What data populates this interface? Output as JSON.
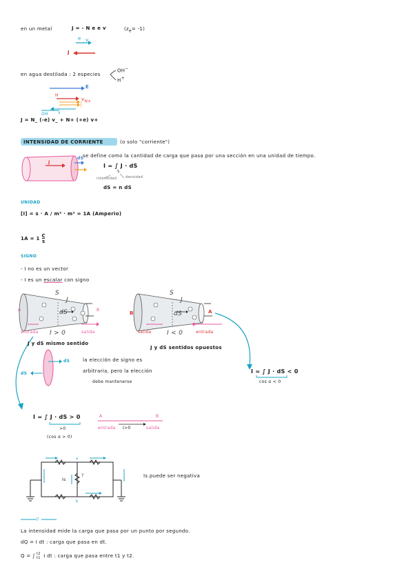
{
  "lines": {
    "l1": "en un metal",
    "l1_formula": "J = - N e e v",
    "l1_ze": "(z",
    "l1_ze_sub": "e",
    "l1_ze_val": "= -1)",
    "l1_e": "e",
    "l1_v": "v",
    "l1_J": "J",
    "l2": "en agua destilada : 2 especies",
    "l2_oh": "OH",
    "l2_h": "H",
    "l2_E": "E",
    "l2_vh": "v",
    "l2_vh_sub": "H+",
    "l2_H": "H",
    "l2_JH": "J",
    "l2_JOH": "J",
    "l2_vOH": "v",
    "l2_OH": "OH",
    "l2_eq": "J = N_ (-e) v_ + N+ (+e) v+"
  },
  "intensidad": {
    "title": "INTENSIDAD DE CORRIENTE",
    "note": "(o solo \"corriente\")",
    "def": "se define como la cantidad de carga que pasa por una sección en una unidad de tiempo.",
    "formula": "I = ∫  J · dS",
    "S_sub": "S",
    "int_label": "intensidad",
    "dens_label": "densidad",
    "dS_eq": "dS = n dS",
    "J_tube": "J",
    "dS_tube": "dS"
  },
  "unidad": {
    "title": "UNIDAD",
    "eq1": "[I] = s · A / m² · m² = 1A (Amperio)",
    "eq2_left": "1A = 1",
    "eq2_num": "C",
    "eq2_den": "s"
  },
  "signo": {
    "title": "SIGNO",
    "b1": "- I no es un vector",
    "b2_pre": "- I es un",
    "b2_kw": "escalar",
    "b2_post": "con signo",
    "left_I": "I > 0",
    "right_I": "I < 0",
    "S": "S",
    "J": "J",
    "dS": "dS",
    "A": "A",
    "B": "B",
    "entrada": "entrada",
    "salida": "salida",
    "same": "J y dS mismo sentido",
    "opp": "J y dS sentidos opuestos",
    "choice1": "la elección de signo es",
    "choice2": "arbitraria, pero la elección",
    "choice3": "debe mantenerse",
    "dS_label": "dS",
    "dS_label2": "dS",
    "neg_formula": "I = ∫ J · dS < 0",
    "neg_sub": "cos α < 0",
    "pos_formula": "I = ∫ J · dS > 0",
    "pos_sub": ">0",
    "pos_cos": "(cos α > 0)",
    "ab_A": "A",
    "ab_B": "B",
    "ab_in": "entrada",
    "ab_I": "I>0",
    "ab_out": "salida"
  },
  "circuit": {
    "note": "Is puede ser negativa",
    "Is": "Is",
    "q": "?",
    "a": "a",
    "b": "b"
  },
  "footer": {
    "sep": "//",
    "f1": "La intensidad mide la carga que pasa por un punto por segundo.",
    "f2": "dQ = I dt : carga que pasa en dt.",
    "f3_pre": "Q = ∫",
    "f3_lim_top": "t2",
    "f3_lim_bot": "t1",
    "f3_post": "I dt : carga que pasa entre t1 y t2."
  }
}
